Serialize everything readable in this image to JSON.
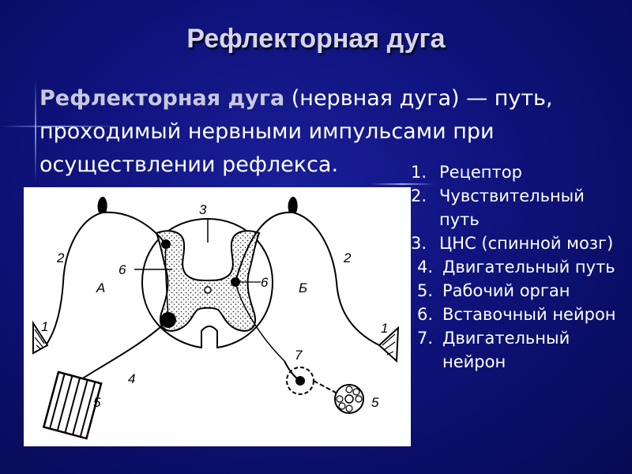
{
  "title": "Рефлекторная дуга",
  "definition": {
    "term": "Рефлекторная дуга",
    "rest": " (нервная дуга) — путь, проходимый нервными импульсами при осуществлении рефлекса."
  },
  "legend": [
    {
      "num": "1.",
      "label": "Рецептор"
    },
    {
      "num": "2.",
      "label": "Чувствительный путь"
    },
    {
      "num": "3.",
      "label": "ЦНС (спинной мозг)"
    },
    {
      "num": "4.",
      "label": "Двигательный путь"
    },
    {
      "num": "5.",
      "label": "Рабочий орган"
    },
    {
      "num": "6.",
      "label": "Вставочный нейрон"
    },
    {
      "num": "7.",
      "label": "Двигательный нейрон"
    }
  ],
  "diagram_labels": {
    "l1_left": "1",
    "l1_right": "1",
    "l2_left": "2",
    "l2_right": "2",
    "l3": "3",
    "l4": "4",
    "l5_left": "5",
    "l5_right": "5",
    "l6_left": "6",
    "l6_right": "6",
    "l7": "7",
    "side_a": "А",
    "side_b": "Б"
  }
}
